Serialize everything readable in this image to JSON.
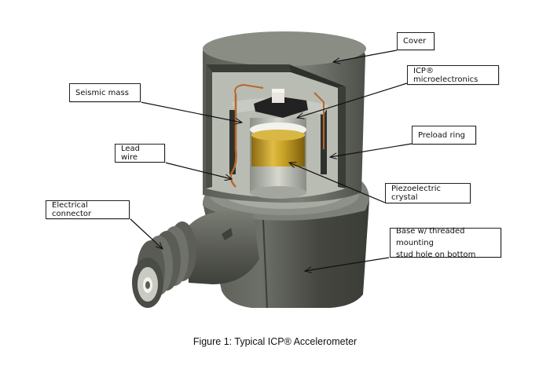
{
  "figure": {
    "caption": "Figure 1: Typical ICP® Accelerometer",
    "subject": "accelerometer-cutaway"
  },
  "labels": [
    {
      "id": "cover",
      "text": "Cover"
    },
    {
      "id": "icp-microelectronics",
      "text": "ICP® microelectronics"
    },
    {
      "id": "seismic-mass",
      "text": "Seismic mass"
    },
    {
      "id": "preload-ring",
      "text": "Preload ring"
    },
    {
      "id": "lead-wire",
      "text": "Lead wire"
    },
    {
      "id": "piezoelectric-crystal",
      "text": "Piezoelectric crystal"
    },
    {
      "id": "electrical-connector",
      "text": "Electrical connector"
    },
    {
      "id": "base",
      "line1": "Base w/ threaded mounting",
      "line2": "stud hole on bottom"
    }
  ],
  "colors": {
    "housing_dark": "#4a4c46",
    "housing_mid": "#6b6e66",
    "housing_light": "#a9aca2",
    "crystal_gold": "#c9a227",
    "wire_copper": "#b8672a"
  }
}
